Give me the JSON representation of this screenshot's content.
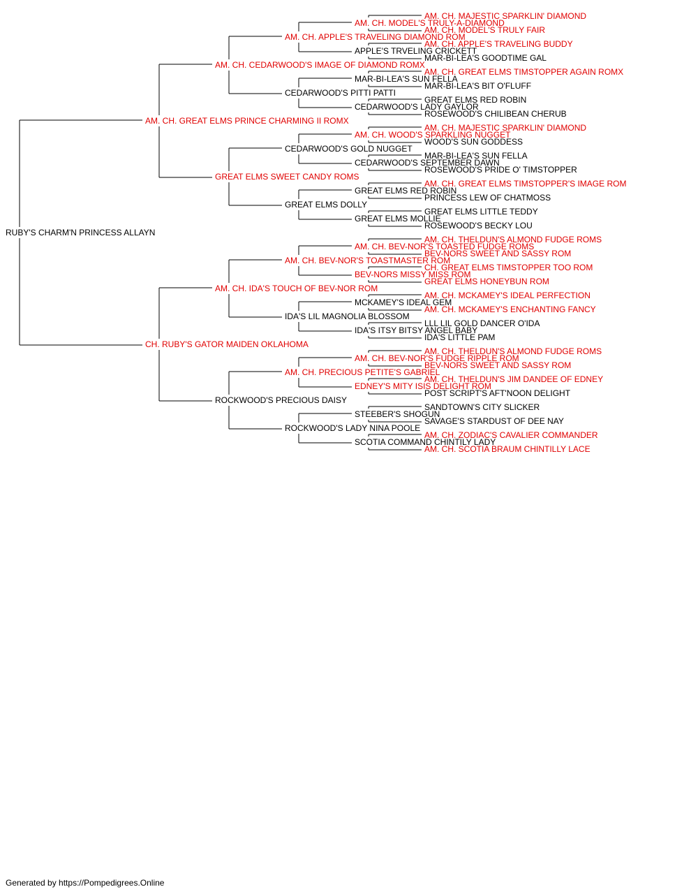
{
  "colors": {
    "champion": "#e00000",
    "regular": "#000000",
    "line": "#000000"
  },
  "footer": "Generated by https://Pompedigrees.Online",
  "pedigree": {
    "name": "RUBY'S CHARM'N PRINCESS ALLAYN",
    "champion": false,
    "sire": {
      "name": "AM. CH. GREAT ELMS PRINCE CHARMING II ROMX",
      "champion": true,
      "sire": {
        "name": "AM. CH. CEDARWOOD'S IMAGE OF DIAMOND ROMX",
        "champion": true,
        "sire": {
          "name": "AM. CH. APPLE'S TRAVELING DIAMOND ROM",
          "champion": true,
          "sire": {
            "name": "AM. CH. MODEL'S TRULY-A-DIAMOND",
            "champion": true,
            "sire": {
              "name": "AM. CH. MAJESTIC SPARKLIN' DIAMOND",
              "champion": true
            },
            "dam": {
              "name": "AM. CH. MODEL'S TRULY FAIR",
              "champion": true
            }
          },
          "dam": {
            "name": "APPLE'S TRVELING CRICKETT",
            "champion": false,
            "sire": {
              "name": "AM. CH. APPLE'S TRAVELING BUDDY",
              "champion": true
            },
            "dam": {
              "name": "MAR-BI-LEA'S GOODTIME GAL",
              "champion": false
            }
          }
        },
        "dam": {
          "name": "CEDARWOOD'S PITTI PATTI",
          "champion": false,
          "sire": {
            "name": "MAR-BI-LEA'S SUN FELLA",
            "champion": false,
            "sire": {
              "name": "AM. CH. GREAT ELMS TIMSTOPPER AGAIN ROMX",
              "champion": true
            },
            "dam": {
              "name": "MAR-BI-LEA'S BIT O'FLUFF",
              "champion": false
            }
          },
          "dam": {
            "name": "CEDARWOOD'S LADY GAYLOR",
            "champion": false,
            "sire": {
              "name": "GREAT ELMS RED ROBIN",
              "champion": false
            },
            "dam": {
              "name": "ROSEWOOD'S CHILIBEAN CHERUB",
              "champion": false
            }
          }
        }
      },
      "dam": {
        "name": "GREAT ELMS SWEET CANDY ROMS",
        "champion": true,
        "sire": {
          "name": "CEDARWOOD'S GOLD NUGGET",
          "champion": false,
          "sire": {
            "name": "AM. CH. WOOD'S SPARKLING NUGGET",
            "champion": true,
            "sire": {
              "name": "AM. CH. MAJESTIC SPARKLIN' DIAMOND",
              "champion": true
            },
            "dam": {
              "name": "WOOD'S SUN GODDESS",
              "champion": false
            }
          },
          "dam": {
            "name": "CEDARWOOD'S SEPTEMBER DAWN",
            "champion": false,
            "sire": {
              "name": "MAR-BI-LEA'S SUN FELLA",
              "champion": false
            },
            "dam": {
              "name": "ROSEWOOD'S PRIDE O' TIMSTOPPER",
              "champion": false
            }
          }
        },
        "dam": {
          "name": "GREAT ELMS DOLLY",
          "champion": false,
          "sire": {
            "name": "GREAT ELMS RED ROBIN",
            "champion": false,
            "sire": {
              "name": "AM. CH. GREAT ELMS TIMSTOPPER'S IMAGE ROM",
              "champion": true
            },
            "dam": {
              "name": "PRINCESS LEW OF CHATMOSS",
              "champion": false
            }
          },
          "dam": {
            "name": "GREAT ELMS MOLLIE",
            "champion": false,
            "sire": {
              "name": "GREAT ELMS LITTLE TEDDY",
              "champion": false
            },
            "dam": {
              "name": "ROSEWOOD'S BECKY LOU",
              "champion": false
            }
          }
        }
      }
    },
    "dam": {
      "name": "CH. RUBY'S GATOR MAIDEN OKLAHOMA",
      "champion": true,
      "sire": {
        "name": "AM. CH. IDA'S TOUCH OF BEV-NOR ROM",
        "champion": true,
        "sire": {
          "name": "AM. CH. BEV-NOR'S TOASTMASTER ROM",
          "champion": true,
          "sire": {
            "name": "AM. CH. BEV-NOR'S TOASTED FUDGE ROMS",
            "champion": true,
            "sire": {
              "name": "AM. CH. THELDUN'S ALMOND FUDGE ROMS",
              "champion": true
            },
            "dam": {
              "name": "BEV-NORS SWEET AND SASSY ROM",
              "champion": true
            }
          },
          "dam": {
            "name": "BEV-NORS MISSY MISS ROM",
            "champion": true,
            "sire": {
              "name": "CH. GREAT ELMS TIMSTOPPER TOO ROM",
              "champion": true
            },
            "dam": {
              "name": "GREAT ELMS HONEYBUN ROM",
              "champion": true
            }
          }
        },
        "dam": {
          "name": "IDA'S LIL MAGNOLIA BLOSSOM",
          "champion": false,
          "sire": {
            "name": "MCKAMEY'S IDEAL GEM",
            "champion": false,
            "sire": {
              "name": "AM. CH. MCKAMEY'S IDEAL PERFECTION",
              "champion": true
            },
            "dam": {
              "name": "AM. CH. MCKAMEY'S ENCHANTING FANCY",
              "champion": true
            }
          },
          "dam": {
            "name": "IDA'S ITSY BITSY ANGEL BABY",
            "champion": false,
            "sire": {
              "name": "LLL LIL GOLD DANCER O'IDA",
              "champion": false
            },
            "dam": {
              "name": "IDA'S LITTLE PAM",
              "champion": false
            }
          }
        }
      },
      "dam": {
        "name": "ROCKWOOD'S PRECIOUS DAISY",
        "champion": false,
        "sire": {
          "name": "AM. CH. PRECIOUS PETITE'S GABRIEL",
          "champion": true,
          "sire": {
            "name": "AM. CH. BEV-NOR'S FUDGE RIPPLE ROM",
            "champion": true,
            "sire": {
              "name": "AM. CH. THELDUN'S ALMOND FUDGE ROMS",
              "champion": true
            },
            "dam": {
              "name": "BEV-NORS SWEET AND SASSY ROM",
              "champion": true
            }
          },
          "dam": {
            "name": "EDNEY'S MITY ISIS DELIGHT ROM",
            "champion": true,
            "sire": {
              "name": "AM. CH. THELDUN'S JIM DANDEE OF EDNEY",
              "champion": true
            },
            "dam": {
              "name": "POST SCRIPT'S AFT'NOON DELIGHT",
              "champion": false
            }
          }
        },
        "dam": {
          "name": "ROCKWOOD'S LADY NINA POOLE",
          "champion": false,
          "sire": {
            "name": "STEEBER'S SHOGUN",
            "champion": false,
            "sire": {
              "name": "SANDTOWN'S CITY SLICKER",
              "champion": false
            },
            "dam": {
              "name": "SAVAGE'S STARDUST OF DEE NAY",
              "champion": false
            }
          },
          "dam": {
            "name": "SCOTIA COMMAND CHINTILY LADY",
            "champion": false,
            "sire": {
              "name": "AM. CH. ZODIAC'S CAVALIER COMMANDER",
              "champion": true
            },
            "dam": {
              "name": "AM. CH. SCOTIA BRAUM CHINTILLY LACE",
              "champion": true
            }
          }
        }
      }
    }
  }
}
